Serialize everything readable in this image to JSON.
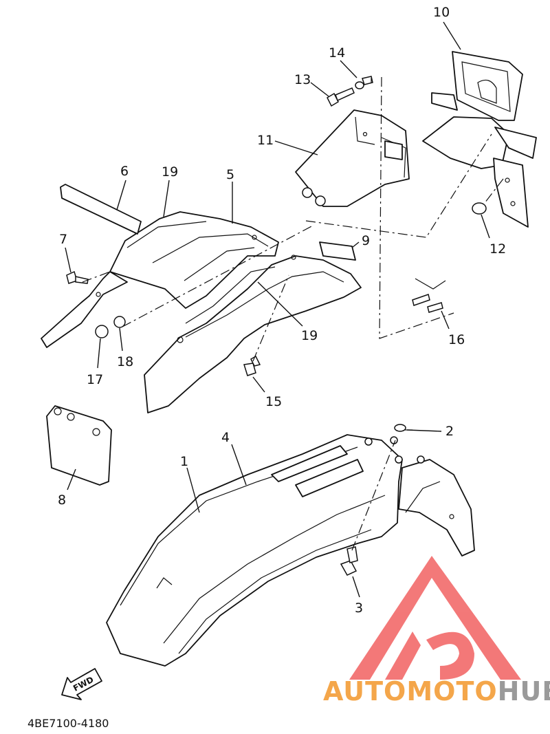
{
  "diagram": {
    "part_code": "4BE7100-4180",
    "fwd_label": "FWD",
    "callouts": [
      "1",
      "2",
      "3",
      "4",
      "5",
      "6",
      "7",
      "8",
      "9",
      "10",
      "11",
      "12",
      "13",
      "14",
      "15",
      "16",
      "17",
      "18",
      "19",
      "19"
    ]
  },
  "watermark": {
    "brand_a": "AUTOMOTO",
    "brand_b": "HUB",
    "colors": {
      "orange": "#f4a64a",
      "red": "#f26a6a",
      "gray": "#9a9a9a"
    }
  }
}
